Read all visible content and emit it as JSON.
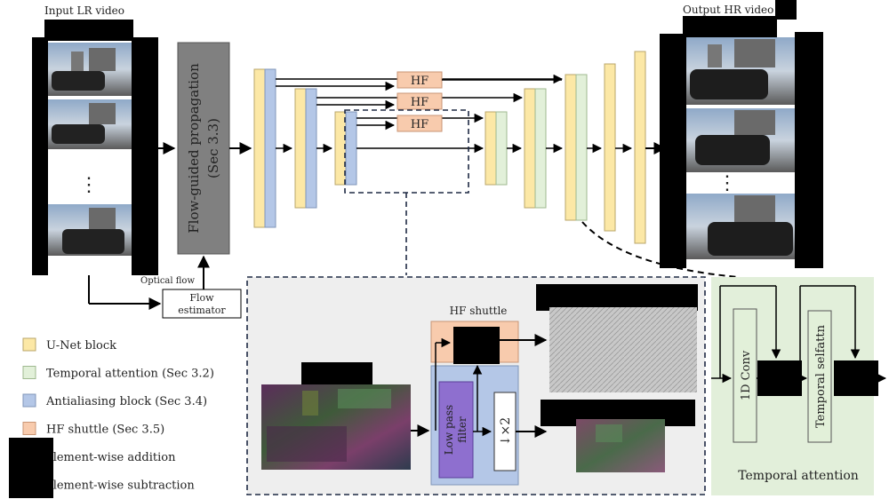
{
  "labels": {
    "input_video": "Input LR video",
    "output_video": "Output HR video",
    "flow_propagation": "Flow-guided propagation",
    "flow_propagation_sec": "(Sec 3.3)",
    "optical_flow": "Optical flow",
    "flow_estimator_line1": "Flow",
    "flow_estimator_line2": "estimator",
    "hf": "HF",
    "hf_shuttle": "HF shuttle",
    "low_pass_line1": "Low pass",
    "low_pass_line2": "filter",
    "downsample": "↓×2",
    "conv1d": "1D Conv",
    "temporal_selfattn": "Temporal selfattn",
    "temporal_attention": "Temporal attention",
    "ellipsis": "⋮"
  },
  "legend": [
    {
      "label": "U-Net block",
      "color": "#fce8a6",
      "border": "#b9a66a"
    },
    {
      "label": "Temporal attention (Sec 3.2)",
      "color": "#e2f0d9",
      "border": "#9fb98f"
    },
    {
      "label": "Antialiasing block (Sec 3.4)",
      "color": "#b4c7e7",
      "border": "#7f95b8"
    },
    {
      "label": "HF shuttle (Sec 3.5)",
      "color": "#f8cbad",
      "border": "#c99575"
    },
    {
      "label": "element-wise addition",
      "color": "#000000",
      "border": "#000000"
    },
    {
      "label": "element-wise subtraction",
      "color": "#000000",
      "border": "#000000"
    }
  ],
  "colors": {
    "unet": "#fce8a6",
    "temporal": "#e2f0d9",
    "antialias": "#b4c7e7",
    "hf": "#f8cbad",
    "flow_box": "#808080",
    "detail_bg": "#eeeeee",
    "temporal_panel": "#e2efda",
    "lowpass": "#8e6fcf",
    "dashed": "#1f2a44"
  }
}
